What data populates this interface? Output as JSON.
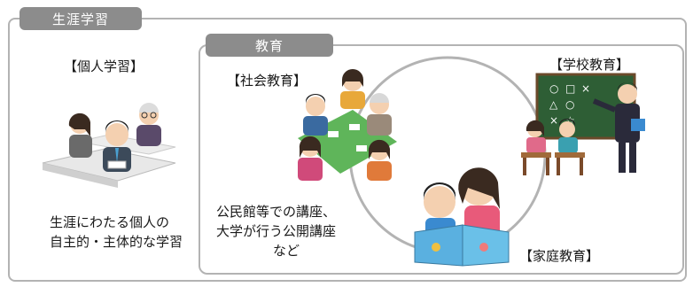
{
  "outer": {
    "tab_label": "生涯学習"
  },
  "individual": {
    "title": "【個人学習】",
    "desc_line1": "生涯にわたる個人の",
    "desc_line2": "自主的・主体的な学習"
  },
  "education": {
    "tab_label": "教育",
    "social": {
      "title": "【社会教育】",
      "desc_line1": "公民館等での講座、",
      "desc_line2": "大学が行う公開講座",
      "desc_line3": "など"
    },
    "school": {
      "title": "【学校教育】",
      "board_marks": [
        "○",
        "□",
        "×",
        "△",
        "○",
        "×",
        "☆"
      ]
    },
    "home": {
      "title": "【家庭教育】"
    }
  },
  "colors": {
    "frame": "#b3b3b3",
    "tab": "#8c8c8c",
    "board": "#2e5e35",
    "table": "#5fb55a"
  }
}
